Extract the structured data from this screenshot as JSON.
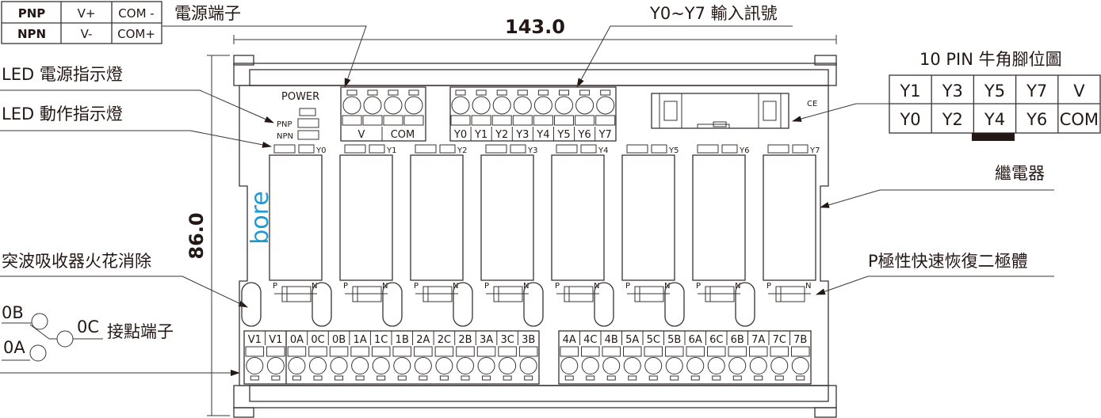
{
  "polarity_table": {
    "rows": [
      [
        "PNP",
        "V+",
        "COM -"
      ],
      [
        "NPN",
        "V-",
        "COM+"
      ]
    ]
  },
  "callouts": {
    "power_terminal": "電源端子",
    "input_signal": "Y0~Y7 輸入訊號",
    "led_power": "LED 電源指示燈",
    "led_action": "LED 動作指示燈",
    "pin_map_title": "10 PIN 牛角腳位圖",
    "relay": "繼電器",
    "diode": "P極性快速恢復二極體",
    "surge": "突波吸收器火花消除",
    "contact_terminal": "接點端子"
  },
  "dimensions": {
    "width": "143.0",
    "height": "86.0"
  },
  "contact_symbol": {
    "b": "0B",
    "c": "0C",
    "a": "0A"
  },
  "pin_map": [
    [
      "Y1",
      "Y3",
      "Y5",
      "Y7",
      "V"
    ],
    [
      "Y0",
      "Y2",
      "Y4",
      "Y6",
      "COM"
    ]
  ],
  "board": {
    "power_label": "POWER",
    "pnp_label": "PNP",
    "npn_label": "NPN",
    "power_terminal_labels": [
      "V",
      "COM"
    ],
    "input_labels": [
      "Y0",
      "Y1",
      "Y2",
      "Y3",
      "Y4",
      "Y5",
      "Y6",
      "Y7"
    ],
    "led_labels": [
      "Y0",
      "Y1",
      "Y2",
      "Y3",
      "Y4",
      "Y5",
      "Y6",
      "Y7"
    ],
    "diode_p": "P",
    "diode_n": "N",
    "ce_mark": "CE",
    "logo": "bore",
    "output_left": [
      "V1",
      "V1",
      "0A",
      "0C",
      "0B",
      "1A",
      "1C",
      "1B",
      "2A",
      "2C",
      "2B",
      "3A",
      "3C",
      "3B"
    ],
    "output_right": [
      "4A",
      "4C",
      "4B",
      "5A",
      "5C",
      "5B",
      "6A",
      "6C",
      "6B",
      "7A",
      "7C",
      "7B"
    ]
  },
  "colors": {
    "line": "#3a3333",
    "logo": "#1a9ad6",
    "text": "#231815"
  }
}
